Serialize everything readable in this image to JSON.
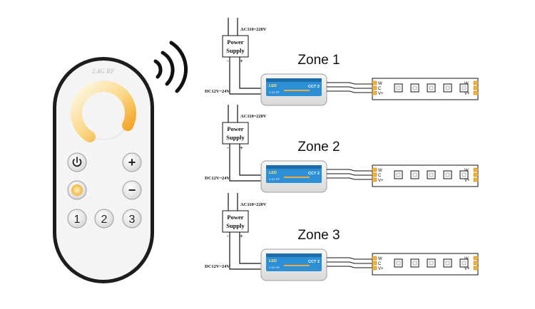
{
  "remote": {
    "brand": "2.4G RF",
    "buttons": {
      "power_icon": "power-icon",
      "plus": "+",
      "minus": "−",
      "bulb_icon": "bulb-icon",
      "zone1": "1",
      "zone2": "2",
      "zone3": "3"
    },
    "signal_icon": "wifi-signal-icon",
    "colors": {
      "warm": "#f4a321",
      "cool": "#fdf6dc",
      "outline": "#1a1a1a"
    }
  },
  "zones": [
    {
      "label": "Zone 1",
      "power_supply": {
        "line1": "Power",
        "line2": "Supply",
        "ac_label": "AC110~220V",
        "dc_label": "DC12V~24V",
        "minus": "-",
        "plus": "+"
      },
      "controller": {
        "brand": "LED",
        "model": "CCT 2",
        "sub": "2.4G RF"
      },
      "strip": {
        "pins": [
          "W",
          "C",
          "V+"
        ]
      }
    },
    {
      "label": "Zone 2",
      "power_supply": {
        "line1": "Power",
        "line2": "Supply",
        "ac_label": "AC110~220V",
        "dc_label": "DC12V~24V",
        "minus": "-",
        "plus": "+"
      },
      "controller": {
        "brand": "LED",
        "model": "CCT 2",
        "sub": "2.4G RF"
      },
      "strip": {
        "pins": [
          "W",
          "C",
          "V+"
        ]
      }
    },
    {
      "label": "Zone 3",
      "power_supply": {
        "line1": "Power",
        "line2": "Supply",
        "ac_label": "AC110~220V",
        "dc_label": "DC12V~24V",
        "minus": "-",
        "plus": "+"
      },
      "controller": {
        "brand": "LED",
        "model": "CCT 2",
        "sub": "2.4G RF"
      },
      "strip": {
        "pins": [
          "W",
          "C",
          "V+"
        ]
      }
    }
  ]
}
